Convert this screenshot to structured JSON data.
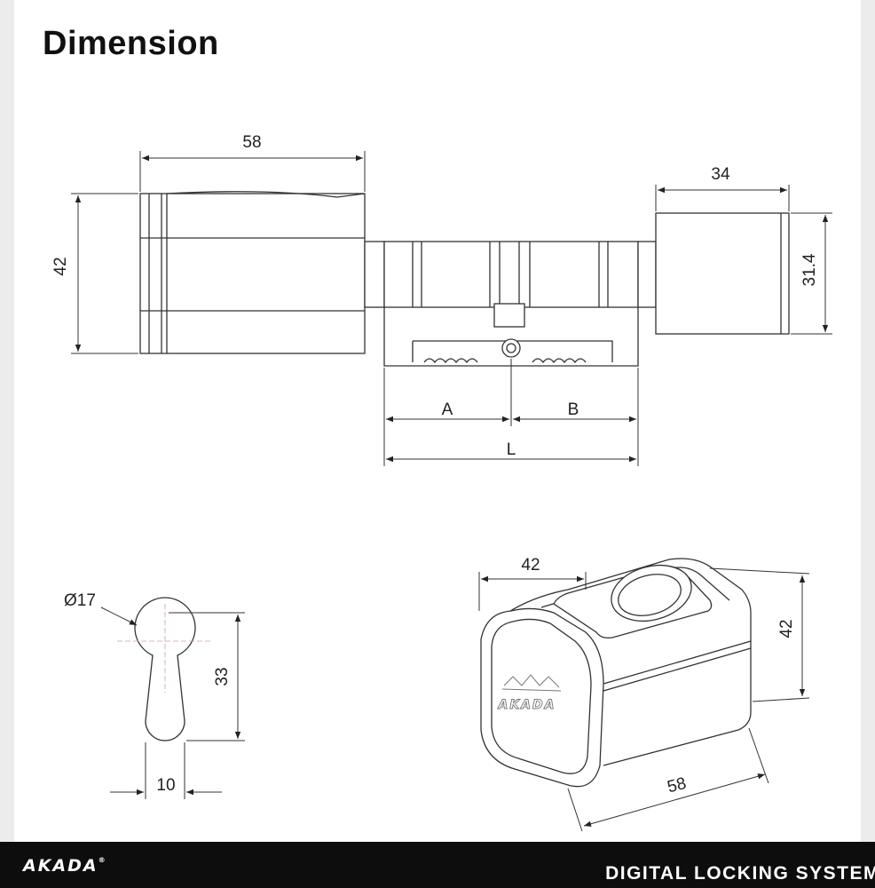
{
  "page": {
    "title": "Dimension"
  },
  "dimensions": {
    "knob_length": "58",
    "knob_height": "42",
    "thumb_turn_length": "34",
    "thumb_turn_height": "31.4",
    "a": "A",
    "b": "B",
    "l": "L",
    "profile_diameter": "Ø17",
    "profile_height": "33",
    "profile_width": "10",
    "iso_width": "42",
    "iso_height": "42",
    "iso_length": "58"
  },
  "logo": {
    "engraved": "AKADA"
  },
  "footer": {
    "brand": "AKADA",
    "registered": "®",
    "tagline": "DIGITAL LOCKING SYSTEM"
  },
  "colors": {
    "line": "#333333",
    "footer_bg": "#0d0d0d",
    "footer_text": "#ffffff",
    "page_bg": "#ffffff"
  }
}
